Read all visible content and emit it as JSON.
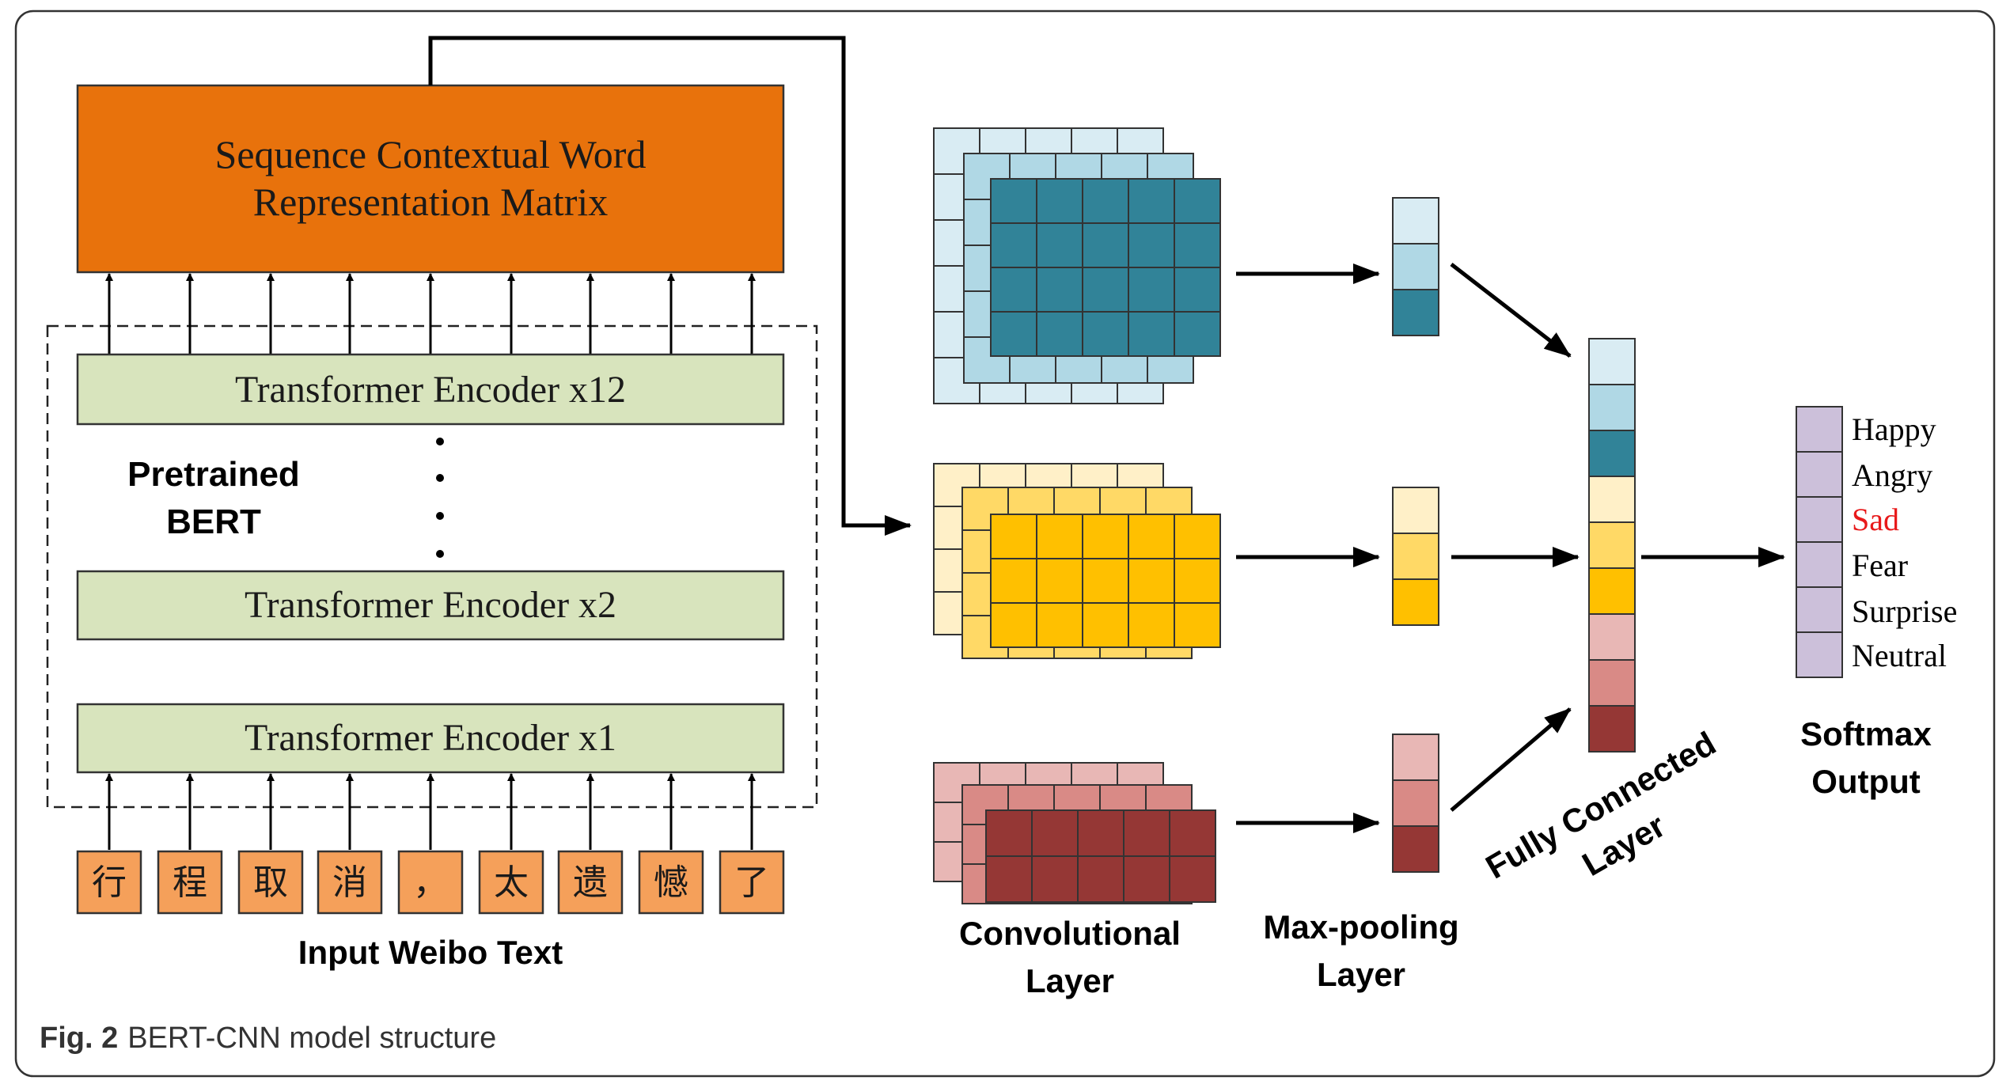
{
  "figure": {
    "caption_label": "Fig. 2",
    "caption_text": "BERT-CNN model structure"
  },
  "bert": {
    "matrix_line1": "Sequence Contextual Word",
    "matrix_line2": "Representation Matrix",
    "encoder_top": "Transformer Encoder x12",
    "encoder_mid": "Transformer Encoder x2",
    "encoder_bottom": "Transformer Encoder x1",
    "pretrained_line1": "Pretrained",
    "pretrained_line2": "BERT",
    "input_label": "Input Weibo Text",
    "tokens": [
      "行",
      "程",
      "取",
      "消",
      "，",
      "太",
      "遗",
      "憾",
      "了"
    ]
  },
  "cnn": {
    "conv_line1": "Convolutional",
    "conv_line2": "Layer",
    "pool_line1": "Max-pooling",
    "pool_line2": "Layer",
    "fc_line1": "Fully Connected",
    "fc_line2": "Layer",
    "softmax_line1": "Softmax",
    "softmax_line2": "Output"
  },
  "outputs": [
    {
      "label": "Happy",
      "color": "#000000"
    },
    {
      "label": "Angry",
      "color": "#000000"
    },
    {
      "label": "Sad",
      "color": "#e8191a"
    },
    {
      "label": "Fear",
      "color": "#000000"
    },
    {
      "label": "Surprise",
      "color": "#000000"
    },
    {
      "label": "Neutral",
      "color": "#000000"
    }
  ],
  "colors": {
    "matrix_fill": "#e8720c",
    "encoder_fill": "#d8e4bd",
    "token_fill": "#f5a05a",
    "blue": [
      "#d9ecf3",
      "#b0d8e5",
      "#318398"
    ],
    "yellow": [
      "#fff0c8",
      "#ffd966",
      "#ffc000"
    ],
    "red": [
      "#e8b7b5",
      "#d98a86",
      "#953735"
    ],
    "softmax_fill": "#ccc0da"
  }
}
